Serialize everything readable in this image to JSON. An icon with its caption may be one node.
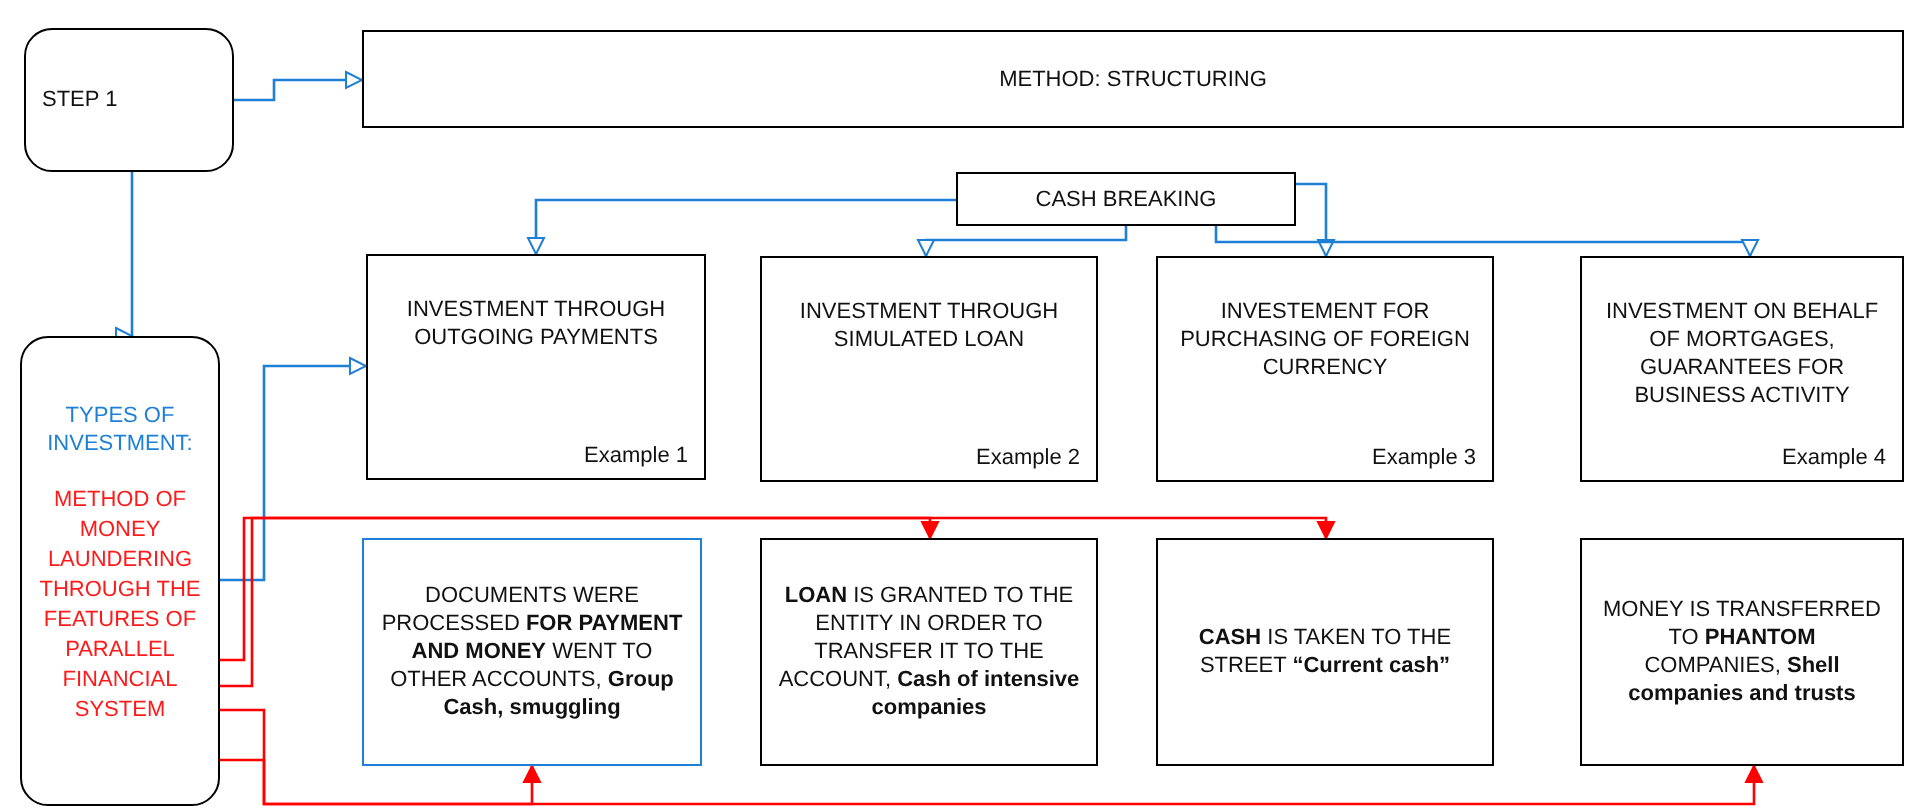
{
  "diagram": {
    "nodes": [
      {
        "text": [
          "STEP 1"
        ]
      },
      {
        "text": [
          "METHOD: STRUCTURING"
        ]
      },
      {
        "text": [
          "CASH BREAKING"
        ]
      },
      {
        "text": [
          "INVESTMENT THROUGH OUTGOING PAYMENTS",
          "Example 1"
        ]
      },
      {
        "text": [
          "INVESTMENT THROUGH SIMULATED LOAN",
          "Example 2"
        ]
      },
      {
        "text": [
          "INVESTEMENT FOR PURCHASING OF FOREIGN CURRENCY",
          "Example 3"
        ]
      },
      {
        "text": [
          "INVESTMENT ON BEHALF OF MORTGAGES, GUARANTEES FOR BUSINESS ACTIVITY",
          "Example 4"
        ]
      },
      {
        "text": [
          "TYPES OF INVESTMENT:",
          "METHOD OF MONEY LAUNDERING THROUGH THE FEATURES OF PARALLEL FINANCIAL SYSTEM"
        ]
      },
      {
        "text": [
          "DOCUMENTS WERE PROCESSED **FOR PAYMENT AND MONEY** WENT TO OTHER ACCOUNTS, **Group Cash, smuggling**"
        ]
      },
      {
        "text": [
          "**LOAN** IS GRANTED TO THE ENTITY IN ORDER TO TRANSFER IT TO THE ACCOUNT, **Cash of intensive companies**"
        ]
      },
      {
        "text": [
          "**CASH** IS TAKEN TO THE STREET **“Current cash”**"
        ]
      },
      {
        "text": [
          "MONEY IS TRANSFERRED TO **PHANTOM** COMPANIES, **Shell companies and trusts**"
        ]
      }
    ],
    "edges": [
      {
        "from": 0,
        "to": 1,
        "arrow": "to"
      },
      {
        "from": 0,
        "to": 7,
        "arrow": "to"
      },
      {
        "from": 2,
        "to": 3,
        "arrow": "to"
      },
      {
        "from": 2,
        "to": 4,
        "arrow": "to"
      },
      {
        "from": 2,
        "to": 5,
        "arrow": "to"
      },
      {
        "from": 2,
        "to": 6,
        "arrow": "to"
      },
      {
        "from": 7,
        "to": 3,
        "arrow": "to"
      },
      {
        "from": 7,
        "to": 9,
        "arrow": "to",
        "color": "#ff0000"
      },
      {
        "from": 7,
        "to": 10,
        "arrow": "to",
        "color": "#ff0000"
      },
      {
        "from": 7,
        "to": 8,
        "arrow": "to",
        "color": "#ff0000"
      },
      {
        "from": 7,
        "to": 11,
        "arrow": "to",
        "color": "#ff0000"
      }
    ]
  }
}
